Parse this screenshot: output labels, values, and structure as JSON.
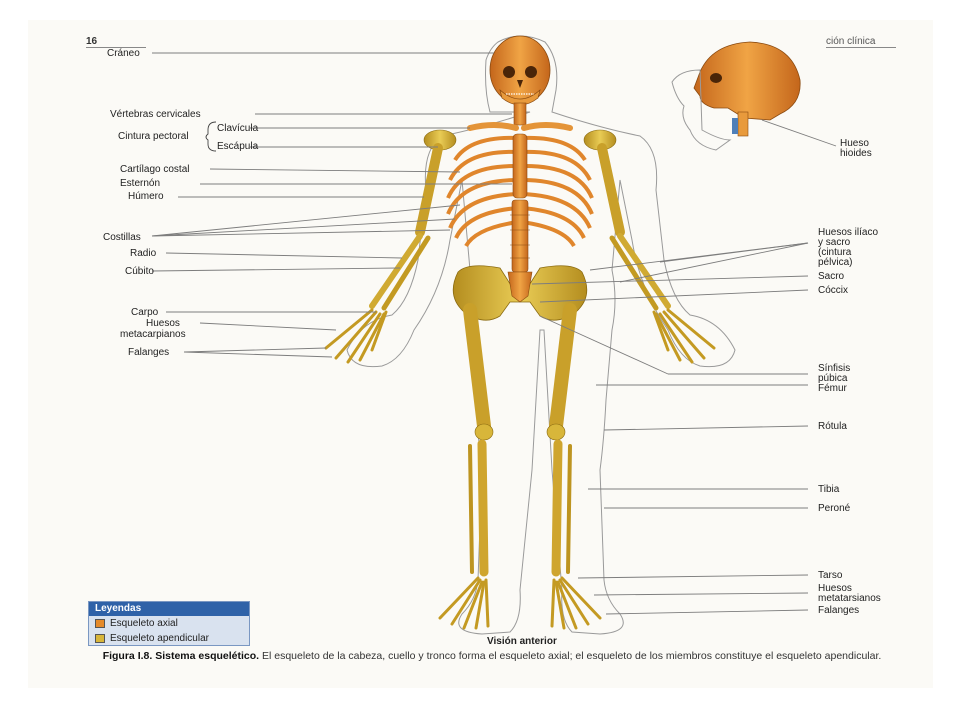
{
  "page_number": "16",
  "running_head": "ción clínica",
  "left_labels": {
    "craneo": "Cráneo",
    "vertebras": "Vértebras cervicales",
    "cintura_pectoral": "Cintura pectoral",
    "clavicula": "Clavícula",
    "escapula": "Escápula",
    "cartilago": "Cartílago costal",
    "esternon": "Esternón",
    "humero": "Húmero",
    "costillas": "Costillas",
    "radio": "Radio",
    "cubito": "Cúbito",
    "carpo": "Carpo",
    "metacarpianos_1": "Huesos",
    "metacarpianos_2": "metacarpianos",
    "falanges": "Falanges"
  },
  "right_labels": {
    "hioides_1": "Hueso",
    "hioides_2": "hioides",
    "iliaco_1": "Huesos ilíaco",
    "iliaco_2": "y sacro",
    "iliaco_3": "(cintura",
    "iliaco_4": "pélvica)",
    "sacro": "Sacro",
    "coccix": "Cóccix",
    "sinfisis_1": "Sínfisis",
    "sinfisis_2": "púbica",
    "femur": "Fémur",
    "rotula": "Rótula",
    "tibia": "Tibia",
    "perone": "Peroné",
    "tarso": "Tarso",
    "metatarsianos_1": "Huesos",
    "metatarsianos_2": "metatarsianos",
    "falanges": "Falanges"
  },
  "legend": {
    "title": "Leyendas",
    "items": [
      {
        "label": "Esqueleto axial",
        "color": "#e58a2a"
      },
      {
        "label": "Esqueleto apendicular",
        "color": "#d8b63a"
      }
    ]
  },
  "view_label": "Visión anterior",
  "caption": {
    "figure": "Figura I.8. Sistema esquelético.",
    "text": " El esqueleto de la cabeza, cuello y tronco forma el esqueleto axial; el esqueleto de los miembros constituye el esqueleto apendicular."
  },
  "colors": {
    "axial": "#e58a2a",
    "appendicular": "#d8b63a",
    "appendicular_dark": "#a9861c",
    "axial_dark": "#b8621a"
  }
}
